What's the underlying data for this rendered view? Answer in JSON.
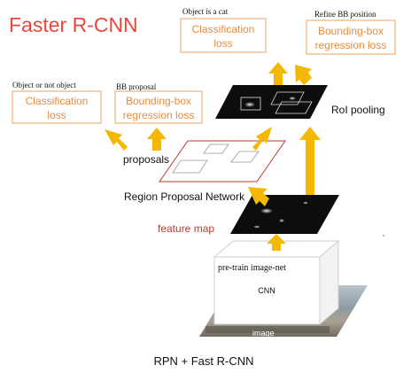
{
  "title": "Faster R-CNN",
  "top_captions": {
    "object_is_cat": "Object is a cat",
    "refine_bb": "Refine BB position",
    "object_or_not": "Object or not object",
    "bb_proposal": "BB proposal"
  },
  "boxes": {
    "fast_cls_line1": "Classification",
    "fast_cls_line2": "loss",
    "fast_reg_line1": "Bounding-box",
    "fast_reg_line2": "regression loss",
    "rpn_cls_line1": "Classification",
    "rpn_cls_line2": "loss",
    "rpn_reg_line1": "Bounding-box",
    "rpn_reg_line2": "regression loss"
  },
  "labels": {
    "roi_pooling": "RoI pooling",
    "proposals": "proposals",
    "rpn": "Region Proposal Network",
    "feature_map": "feature map",
    "pretrain": "pre-train image-net",
    "cnn": "CNN",
    "image": "image"
  },
  "caption": "RPN + Fast R-CNN",
  "colors": {
    "title": "#e8473b",
    "box_border": "#f0b27a",
    "box_text": "#ef8a3a",
    "arrow": "#f5b800",
    "feature_map_label": "#c0392b",
    "proposal_border": "#c0392b"
  }
}
